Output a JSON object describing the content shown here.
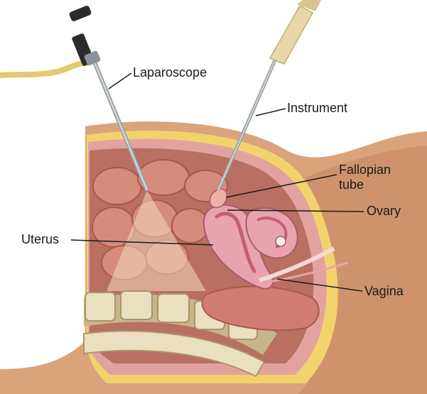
{
  "labels": {
    "laparoscope": "Laparoscope",
    "instrument": "Instrument",
    "fallopian": "Fallopian",
    "tube": "tube",
    "ovary": "Ovary",
    "uterus": "Uterus",
    "vagina": "Vagina"
  },
  "colors": {
    "skin": "#d9a37c",
    "skin_dark": "#b97b58",
    "fat_layer": "#f2d36b",
    "muscle_layer": "#e2a3a0",
    "cavity": "#b96f62",
    "intestine": "#d58c7c",
    "uterus": "#e8a3ae",
    "uterus_inner": "#c45e74",
    "bone": "#eadfbf",
    "disc": "#c9b58a",
    "scope_shaft": "#9aa3a8",
    "scope_handle": "#2b2b2b",
    "cable": "#e3c970",
    "light_cone": "#f2d8c0",
    "leader_line": "#1a1a1a"
  }
}
